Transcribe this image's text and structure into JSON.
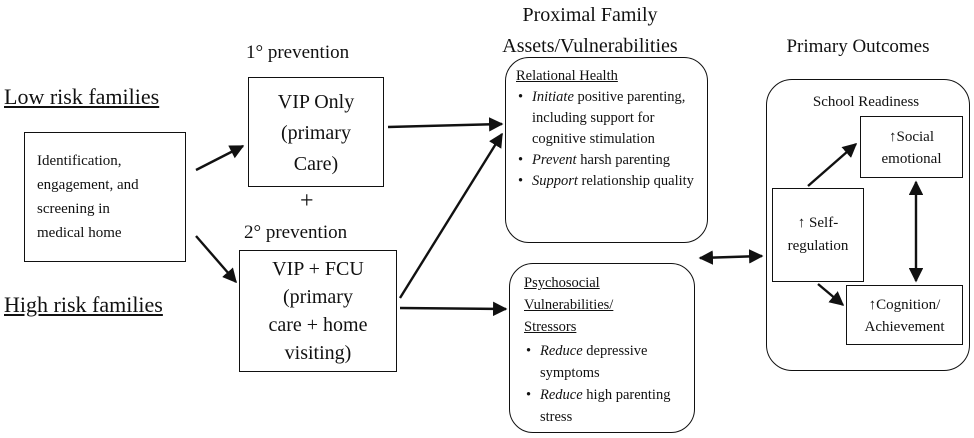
{
  "title": {
    "proximal_line1": "Proximal Family",
    "proximal_line2": "Assets/Vulnerabilities",
    "primary_outcomes": "Primary Outcomes"
  },
  "left": {
    "low_risk": "Low risk families",
    "high_risk": "High risk families",
    "identification_lines": [
      "Identification,",
      "engagement, and",
      "screening in",
      "medical home"
    ]
  },
  "prevention": {
    "primary_label": "1° prevention",
    "secondary_label": "2° prevention",
    "plus": "+",
    "vip_only_lines": [
      "VIP Only",
      "(primary",
      "Care)"
    ],
    "vip_fcu_lines": [
      "VIP + FCU",
      "(primary",
      "care + home",
      "visiting)"
    ]
  },
  "relational": {
    "heading": "Relational Health",
    "items": [
      {
        "em": "Initiate",
        "rest": " positive parenting, including support for cognitive stimulation"
      },
      {
        "em": "Prevent",
        "rest": " harsh parenting"
      },
      {
        "em": "Support",
        "rest": " relationship quality"
      }
    ]
  },
  "psychosocial": {
    "heading_lines": [
      "Psychosocial",
      "Vulnerabilities/",
      "Stressors"
    ],
    "items": [
      {
        "em": "Reduce",
        "rest": " depressive symptoms"
      },
      {
        "em": "Reduce",
        "rest": " high parenting stress"
      }
    ]
  },
  "outcomes": {
    "school_readiness": "School Readiness",
    "social_emotional_lines": [
      "↑Social",
      "emotional"
    ],
    "self_regulation_lines": [
      "↑ Self-",
      "regulation"
    ],
    "cognition_lines": [
      "↑Cognition/",
      "Achievement"
    ]
  }
}
